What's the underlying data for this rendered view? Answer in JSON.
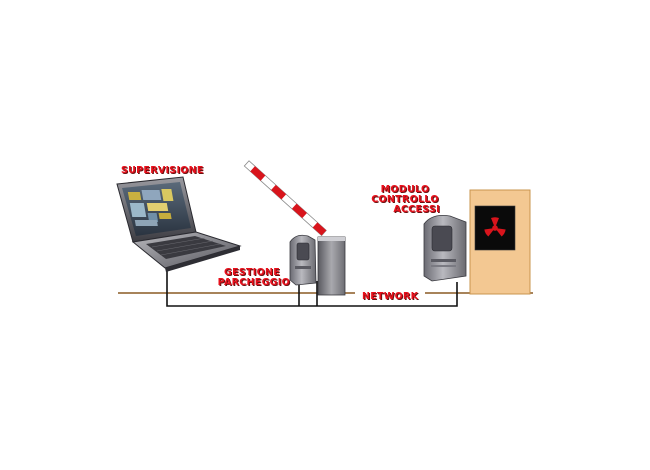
{
  "labels": {
    "supervisione": "SUPERVISIONE",
    "gestione_1": "GESTIONE",
    "gestione_2": "PARCHEGGIO",
    "modulo_1": "MODULO",
    "modulo_2": "CONTROLLO",
    "modulo_3": "ACCESSI",
    "network": "NETWORK"
  },
  "colors": {
    "label": "#e8101c",
    "ground": "#8a5a24",
    "network": "#111111",
    "barrier_red": "#d8141c",
    "door_fill": "#f3c892",
    "door_stroke": "#c9944e"
  },
  "icons": [
    "laptop-icon",
    "card-reader-icon",
    "barrier-gate-icon",
    "card-reader-icon",
    "door-icon",
    "hazard-sign-icon"
  ]
}
